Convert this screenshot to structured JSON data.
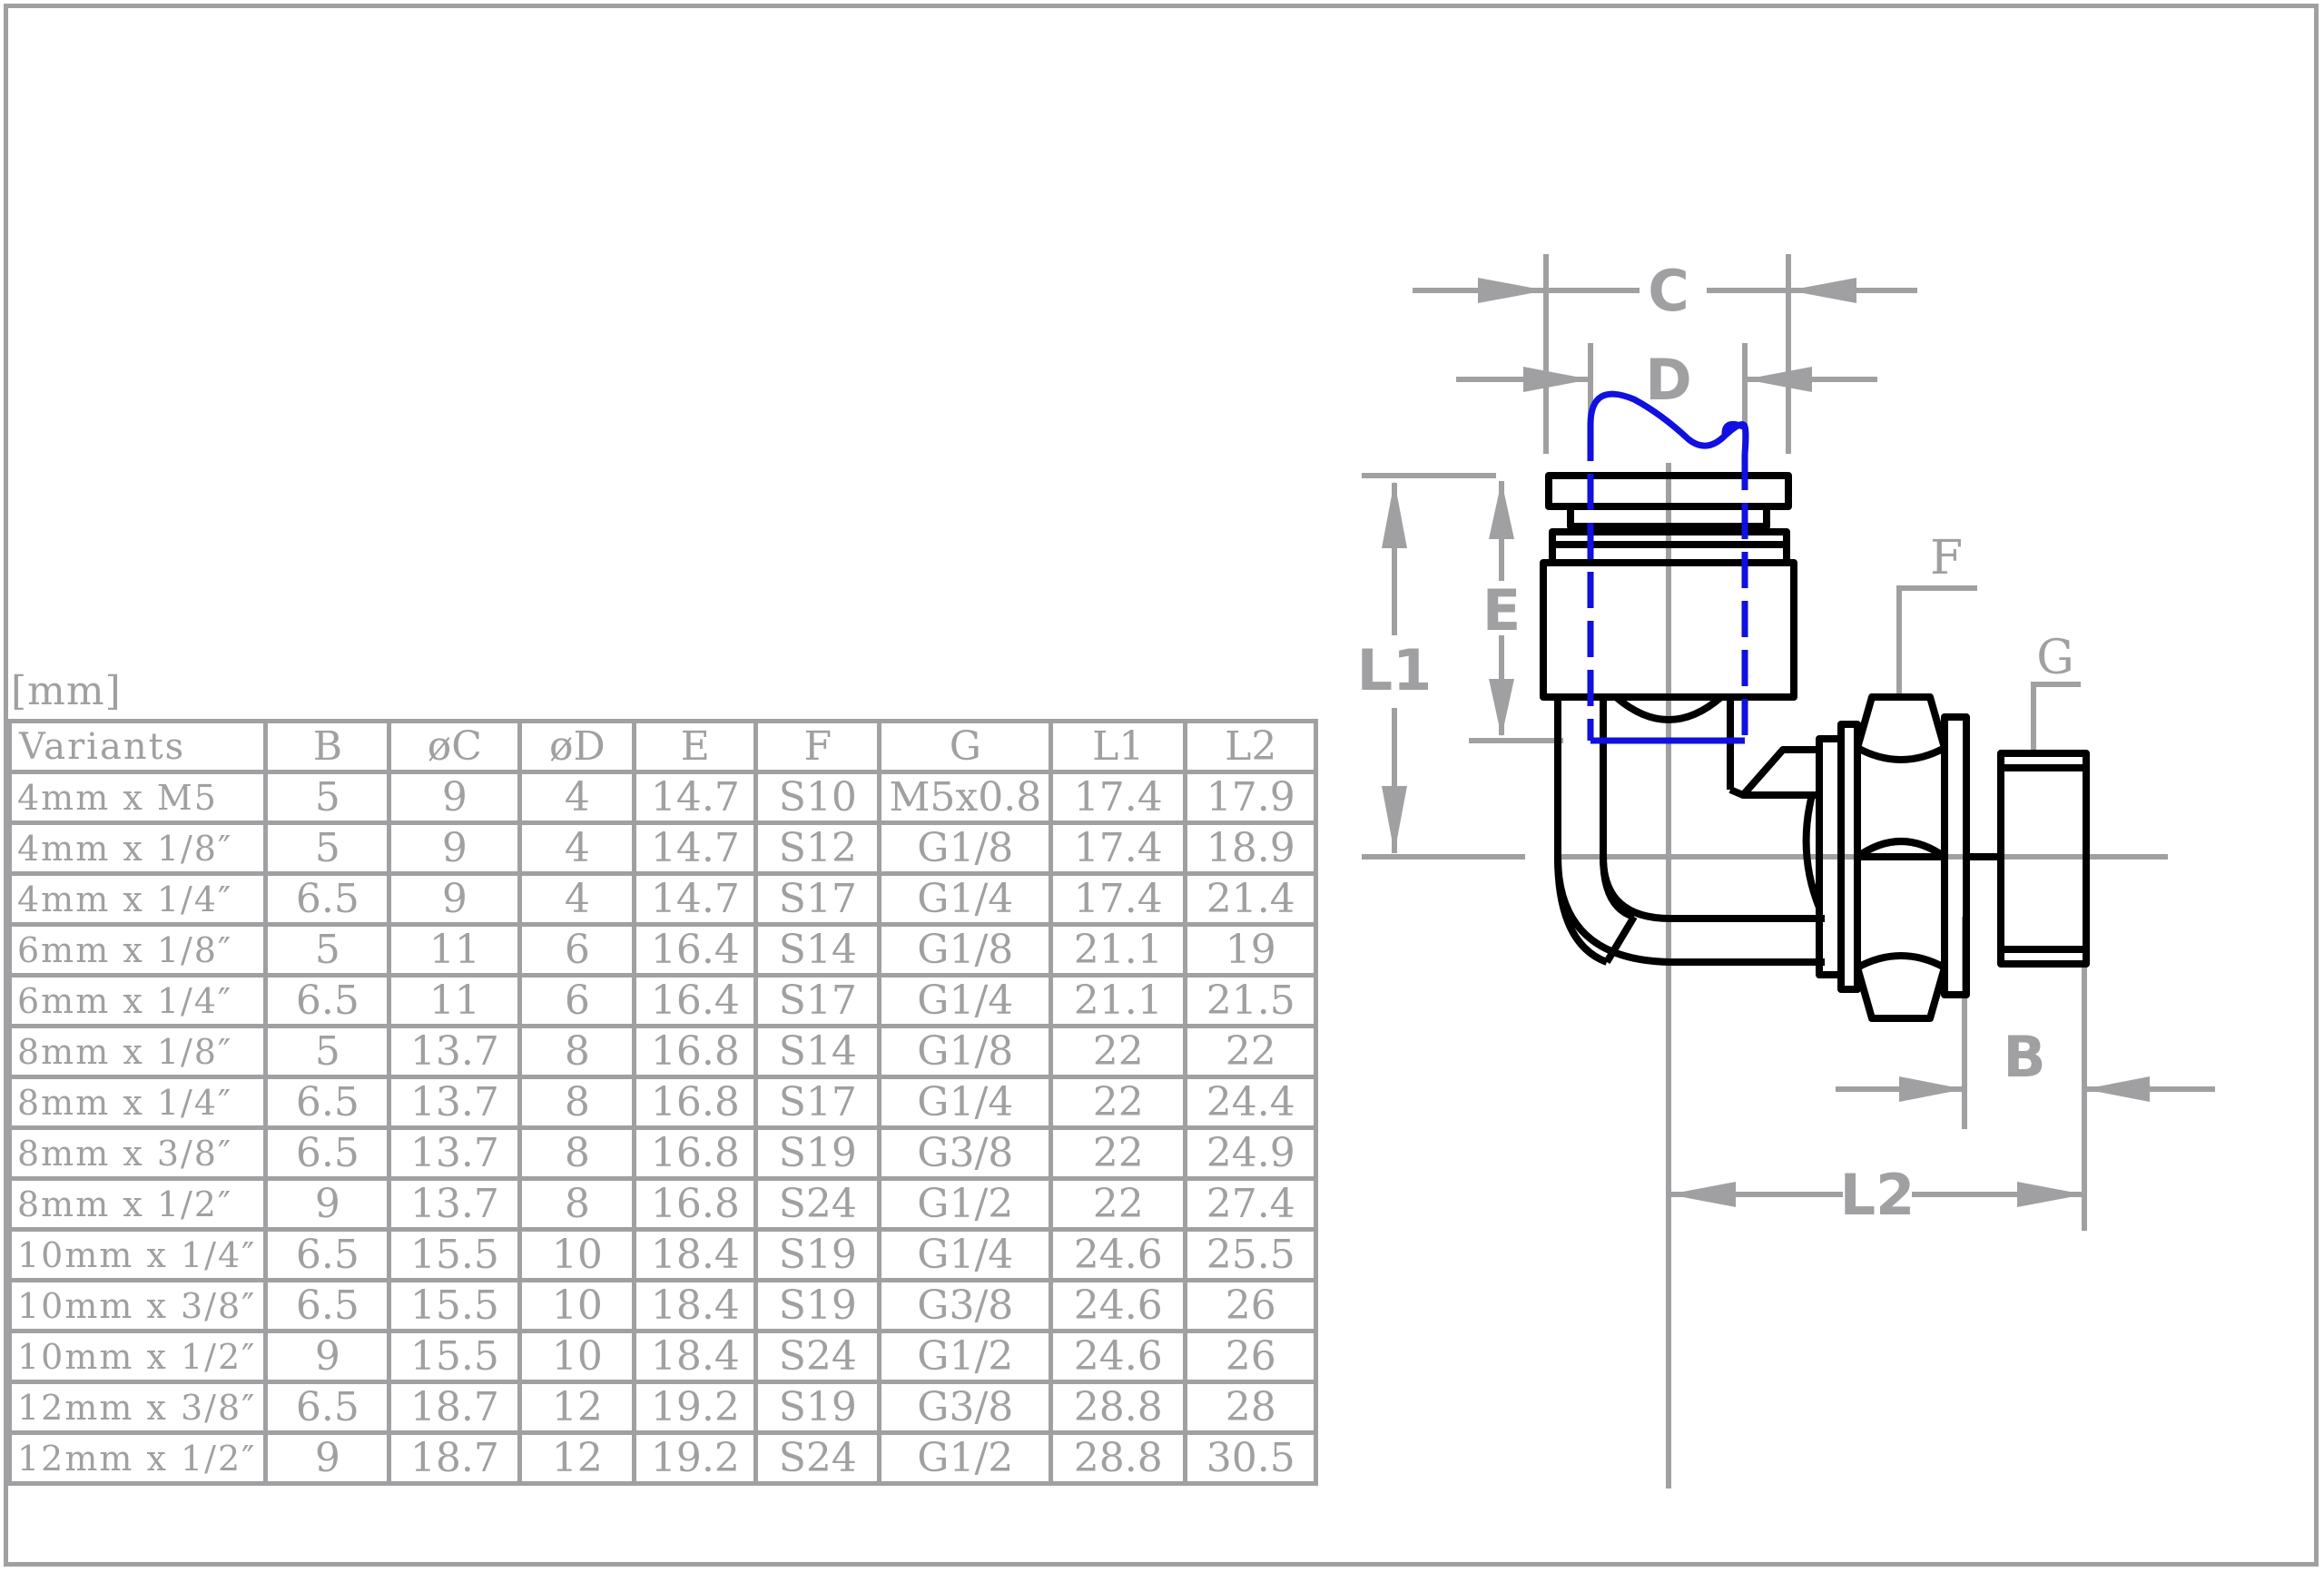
{
  "unit_label": "[mm]",
  "table": {
    "headers": [
      "Variants",
      "B",
      "øC",
      "øD",
      "E",
      "F",
      "G",
      "L1",
      "L2"
    ],
    "rows": [
      [
        "4mm x M5",
        "5",
        "9",
        "4",
        "14.7",
        "S10",
        "M5x0.8",
        "17.4",
        "17.9"
      ],
      [
        "4mm x 1/8″",
        "5",
        "9",
        "4",
        "14.7",
        "S12",
        "G1/8",
        "17.4",
        "18.9"
      ],
      [
        "4mm x 1/4″",
        "6.5",
        "9",
        "4",
        "14.7",
        "S17",
        "G1/4",
        "17.4",
        "21.4"
      ],
      [
        "6mm x 1/8″",
        "5",
        "11",
        "6",
        "16.4",
        "S14",
        "G1/8",
        "21.1",
        "19"
      ],
      [
        "6mm x 1/4″",
        "6.5",
        "11",
        "6",
        "16.4",
        "S17",
        "G1/4",
        "21.1",
        "21.5"
      ],
      [
        "8mm x 1/8″",
        "5",
        "13.7",
        "8",
        "16.8",
        "S14",
        "G1/8",
        "22",
        "22"
      ],
      [
        "8mm x 1/4″",
        "6.5",
        "13.7",
        "8",
        "16.8",
        "S17",
        "G1/4",
        "22",
        "24.4"
      ],
      [
        "8mm x 3/8″",
        "6.5",
        "13.7",
        "8",
        "16.8",
        "S19",
        "G3/8",
        "22",
        "24.9"
      ],
      [
        "8mm x 1/2″",
        "9",
        "13.7",
        "8",
        "16.8",
        "S24",
        "G1/2",
        "22",
        "27.4"
      ],
      [
        "10mm x 1/4″",
        "6.5",
        "15.5",
        "10",
        "18.4",
        "S19",
        "G1/4",
        "24.6",
        "25.5"
      ],
      [
        "10mm x 3/8″",
        "6.5",
        "15.5",
        "10",
        "18.4",
        "S19",
        "G3/8",
        "24.6",
        "26"
      ],
      [
        "10mm x 1/2″",
        "9",
        "15.5",
        "10",
        "18.4",
        "S24",
        "G1/2",
        "24.6",
        "26"
      ],
      [
        "12mm x 3/8″",
        "6.5",
        "18.7",
        "12",
        "19.2",
        "S19",
        "G3/8",
        "28.8",
        "28"
      ],
      [
        "12mm x 1/2″",
        "9",
        "18.7",
        "12",
        "19.2",
        "S24",
        "G1/2",
        "28.8",
        "30.5"
      ]
    ]
  },
  "dimensions": {
    "C": "C",
    "D": "D",
    "E": "E",
    "L1": "L1",
    "L2": "L2",
    "B": "B",
    "F": "F",
    "G": "G"
  },
  "colors": {
    "dimension_gray": "#a0a0a2",
    "outline_black": "#000000",
    "tube_blue": "#1010e0"
  }
}
